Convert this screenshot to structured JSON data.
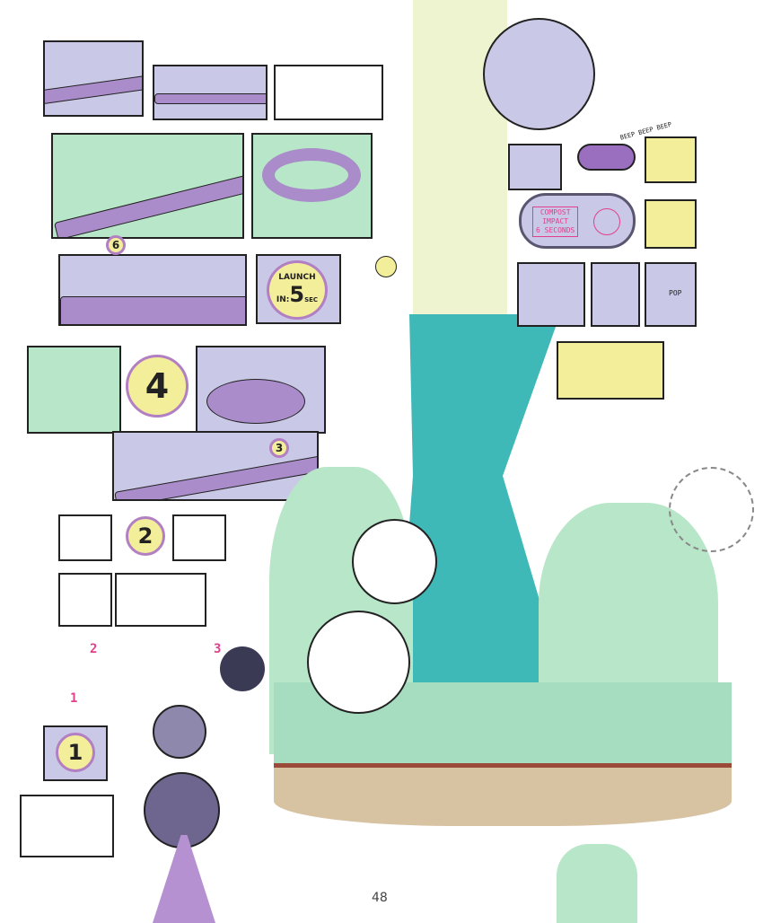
{
  "colors": {
    "panel": "#c9c8e6",
    "track": "#a98cc9",
    "foliage": "#b8e6c8",
    "tower": "#3fb8b8",
    "glow": "#f3ee9a",
    "accent": "#e2408c"
  },
  "launch_sign": {
    "line1": "LAUNCH",
    "line2": "IN:",
    "number": "5",
    "unit": "SEC"
  },
  "countdown": [
    "6",
    "4",
    "3",
    "2",
    "1"
  ],
  "goggle_display": {
    "line1": "COMPOST",
    "line2": "IMPACT",
    "line3": "6 SECONDS"
  },
  "beep": "BEEP BEEP BEEP",
  "pop": "POP",
  "sequence_labels": [
    "1",
    "2",
    "3"
  ],
  "page_number": "48"
}
